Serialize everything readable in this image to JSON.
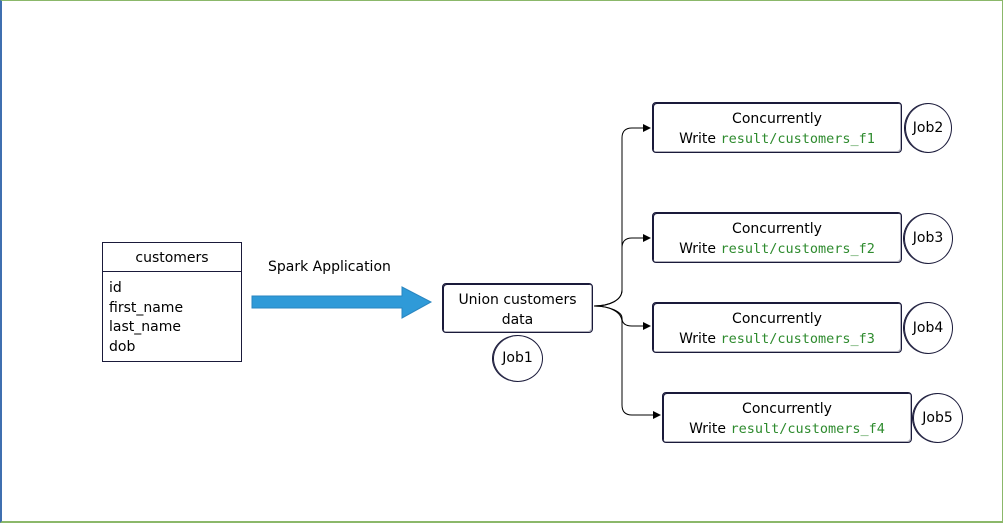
{
  "table": {
    "title": "customers",
    "fields": [
      "id",
      "first_name",
      "last_name",
      "dob"
    ]
  },
  "arrow_label": "Spark Application",
  "union": {
    "line1": "Union customers",
    "line2": "data",
    "job": "Job1"
  },
  "writes": [
    {
      "line1": "Concurrently",
      "prefix": "Write ",
      "path": "result/customers_f1",
      "job": "Job2"
    },
    {
      "line1": "Concurrently",
      "prefix": "Write ",
      "path": "result/customers_f2",
      "job": "Job3"
    },
    {
      "line1": "Concurrently",
      "prefix": "Write ",
      "path": "result/customers_f3",
      "job": "Job4"
    },
    {
      "line1": "Concurrently",
      "prefix": "Write ",
      "path": "result/customers_f4",
      "job": "Job5"
    }
  ],
  "colors": {
    "arrow": "#2f9ad8",
    "path_text": "#2e8b2e",
    "stroke": "#1a1a3a"
  }
}
